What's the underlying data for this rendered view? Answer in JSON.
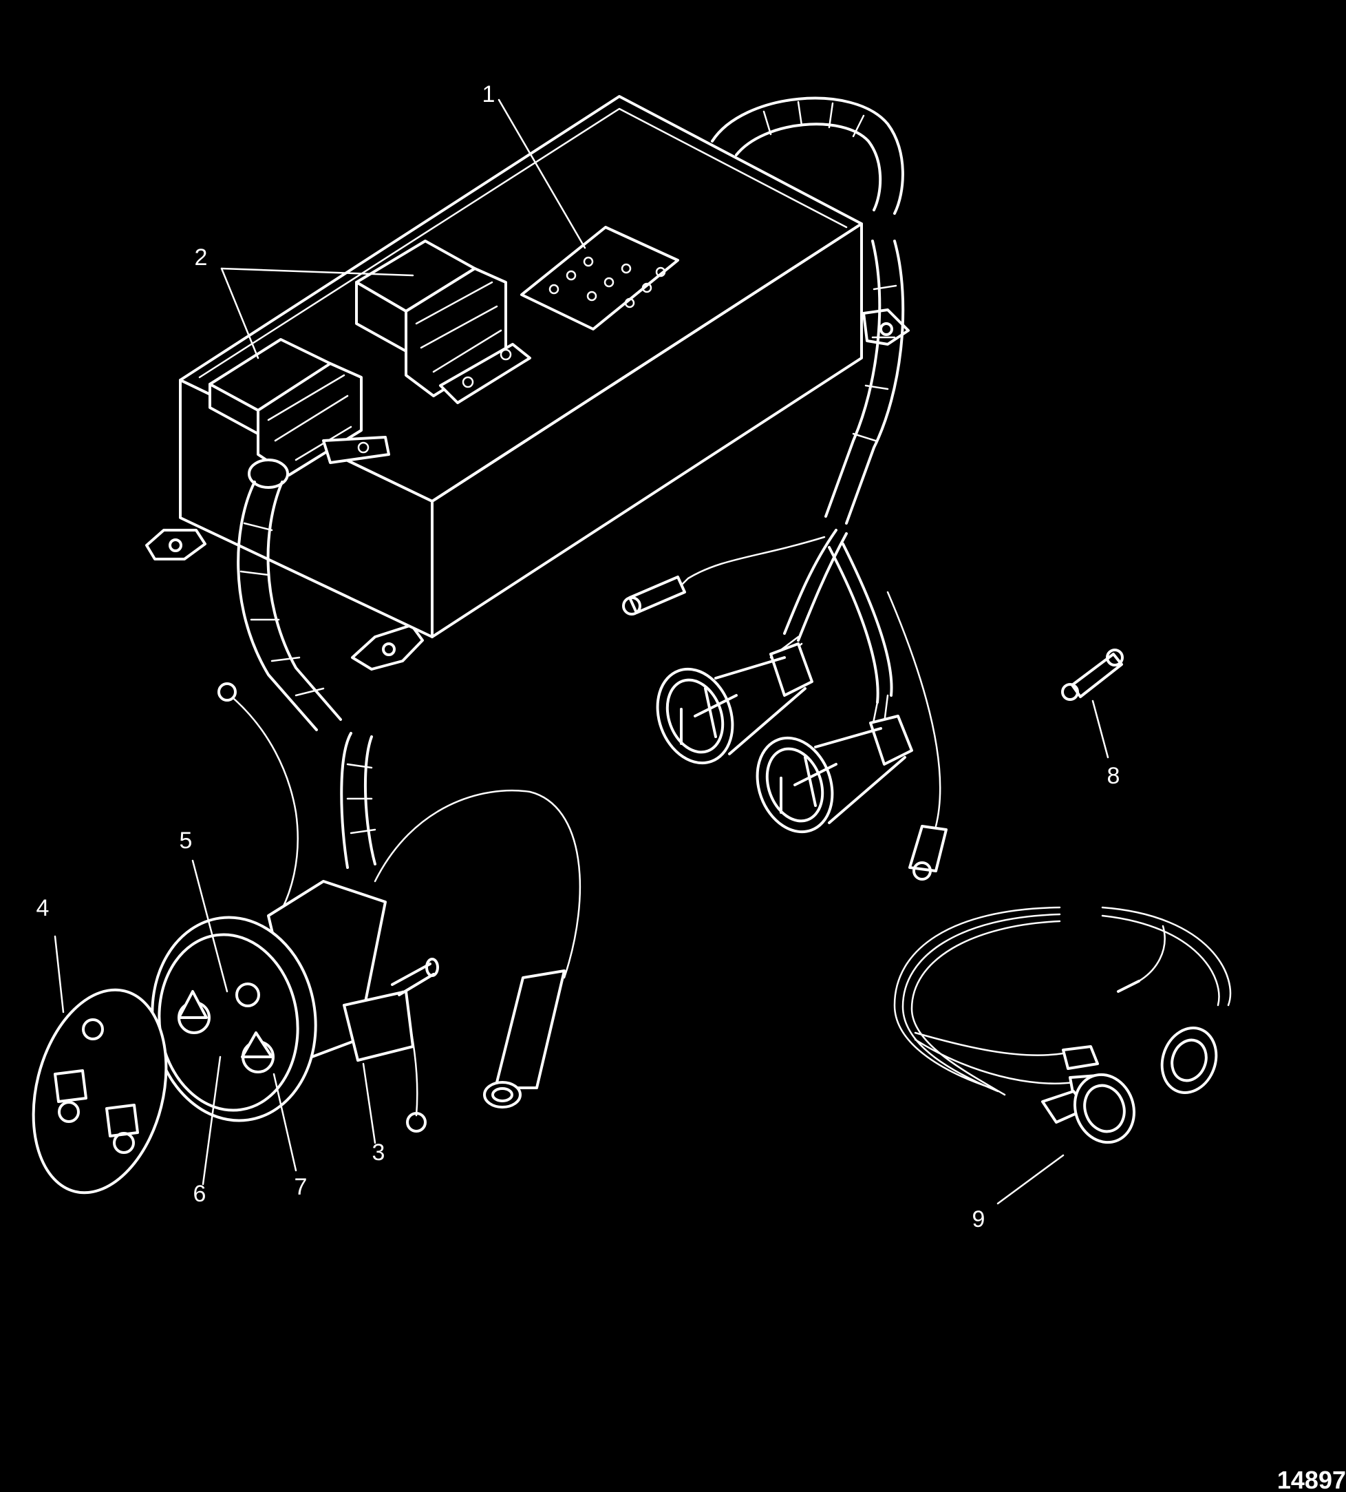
{
  "callouts": [
    "1",
    "2",
    "3",
    "4",
    "5",
    "6",
    "7",
    "8",
    "9"
  ],
  "figure_number": "14897",
  "colors": {
    "background": "#000000",
    "linework": "#ffffff"
  }
}
